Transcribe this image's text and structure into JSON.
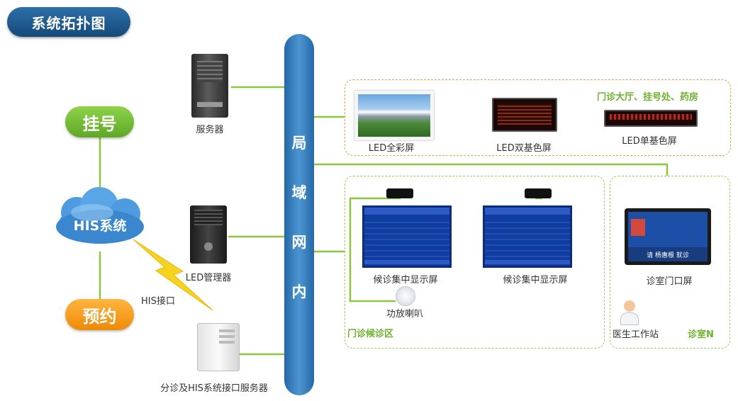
{
  "title": "系统拓扑图",
  "left": {
    "register": "挂号",
    "his_system": "HIS系统",
    "appointment": "预约",
    "his_interface": "HIS接口"
  },
  "servers": {
    "server": "服务器",
    "led_manager": "LED管理器",
    "triage_server": "分诊及HIS系统接口服务器"
  },
  "lan_chars": [
    "局",
    "域",
    "网",
    "内"
  ],
  "top_panel": {
    "heading": "门诊大厅、挂号处、药房",
    "full_color": "LED全彩屏",
    "dual_color": "LED双基色屏",
    "single_color": "LED单基色屏"
  },
  "wait_panel": {
    "screen_label_1": "候诊集中显示屏",
    "screen_label_2": "候诊集中显示屏",
    "speaker": "功放喇叭",
    "area": "门诊候诊区"
  },
  "room_panel": {
    "door_screen": "诊室门口屏",
    "call_text": "请 杨惠根 就诊",
    "workstation": "医生工作站",
    "room": "诊室N"
  },
  "colors": {
    "line_green": "#8dc63f",
    "bus_blue": "#2f7bbf",
    "register_green": "#6db832",
    "appointment_orange": "#f59a1b",
    "label_green": "#6fb02e"
  }
}
